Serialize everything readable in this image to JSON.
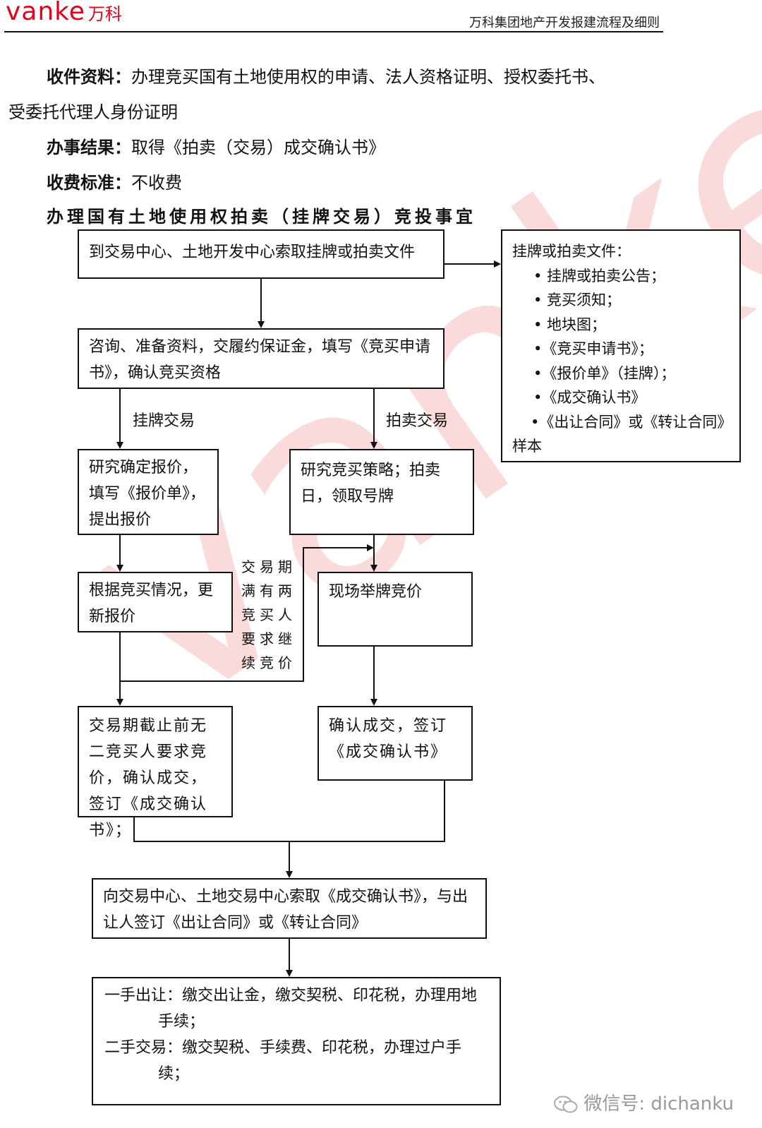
{
  "header": {
    "logo_latin": "vanke",
    "logo_cn": "万科",
    "doc_title": "万科集团地产开发报建流程及细则"
  },
  "info": {
    "materials_label": "收件资料：",
    "materials_text_1": "办理竞买国有土地使用权的申请、法人资格证明、授权委托书、",
    "materials_text_2": "受委托代理人身份证明",
    "result_label": "办事结果：",
    "result_text": "取得《拍卖（交易）成交确认书》",
    "fee_label": "收费标准：",
    "fee_text": "不收费"
  },
  "section_title": "办理国有土地使用权拍卖（挂牌交易）竞投事宜",
  "flow": {
    "step_get_docs": "到交易中心、土地开发中心索取挂牌或拍卖文件",
    "step_consult": "咨询、准备资料，交履约保证金，填写《竞买申请书》，确认竞买资格",
    "branch_listing": "挂牌交易",
    "branch_auction": "拍卖交易",
    "step_quote": "研究确定报价，填写《报价单》，提出报价",
    "step_strategy": "研究竞买策略；拍卖日，领取号牌",
    "step_update": "根据竞买情况，更新报价",
    "step_bid": "现场举牌竞价",
    "continue_note": "交易期满有两竞买人要求继续竞价",
    "step_confirm_listing": "交易期截止前无二竞买人要求竞价，确认成交，签订《成交确认书》；",
    "step_confirm_auction": "确认成交，签订《成交确认书》",
    "step_contract": "向交易中心、土地交易中心索取《成交确认书》，与出让人签订《出让合同》或《转让合同》",
    "final_primary": "一手出让：缴交出让金，缴交契税、印花税，办理用地手续；",
    "final_secondary": "二手交易：缴交契税、手续费、印花税，办理过户手续；"
  },
  "side_box": {
    "title": "挂牌或拍卖文件：",
    "items": [
      "• 挂牌或拍卖公告；",
      "• 竞买须知；",
      "• 地块图；",
      "•《竞买申请书》；",
      "•《报价单》（挂牌）；",
      "•《成交确认书》",
      "•《出让合同》或《转让合同》"
    ],
    "tail": "样本"
  },
  "watermark": "vanke",
  "wechat": "微信号: dichanku",
  "colors": {
    "brand_red": "#e3001b",
    "watermark": "#f6bcbc"
  }
}
